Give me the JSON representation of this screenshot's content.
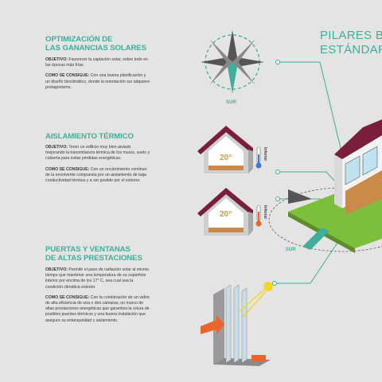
{
  "header": {
    "line1": "PILARES BA",
    "line2": "ESTÁNDAR F"
  },
  "sections": [
    {
      "title1": "OPTIMIZACIÓN DE",
      "title2": "LAS GANANCIAS SOLARES",
      "obj_label": "OBJETIVO:",
      "obj_text": " Favorecer la captación solar, sobre todo en las épocas más frías",
      "how_label": "COMO SE CONSIGUE:",
      "how_text": " Con una buena planificación y un diseño bioclimático, donde la orientación sur adquiere protagonismo."
    },
    {
      "title1": "AISLAMIENTO TÉRMICO",
      "obj_label": "OBJETIVO:",
      "obj_text": " Tener un edificio muy bien aislado mejorando la transmitancia térmica de los muros, suelo y cubierta para evitar pérdidas energéticas.",
      "how_label": "COMO SE CONSIGUE:",
      "how_text": " Con un recubrimiento continuo de la envolvente compuesta por un aislamiento de baja conductividad térmica y a ser posible por el exterior."
    },
    {
      "title1": "PUERTAS Y VENTANAS",
      "title2": "DE ALTAS PRESTACIONES",
      "obj_label": "OBJETIVO:",
      "obj_text": " Permitir el paso de radiación solar al mismo tiempo que mantener una temperatura de su superficie interior por encima de los 17° C, sea cual sea la condición climática exterior.",
      "how_label": "COMO SE CONSIGUE:",
      "how_text": " Con la combinación de un vidrio de alta eficiencia de una o dos cámaras, un marco de altas prestaciones energéticas que garantiza la rotura de posibles puentes térmicos y una buena instalación que asegure su estanqueidad y aislamiento."
    }
  ],
  "compass": {
    "label": "SUR"
  },
  "site": {
    "label": "SUR"
  },
  "house1": {
    "temp": "20°",
    "label": "Inferior"
  },
  "house2": {
    "temp": "20°",
    "label": "Inferior"
  },
  "colors": {
    "accent": "#3fae9a",
    "roof": "#7a1f3a",
    "grass": "#7cbf3a",
    "heat": "#e9652b",
    "sun": "#f4d629"
  }
}
